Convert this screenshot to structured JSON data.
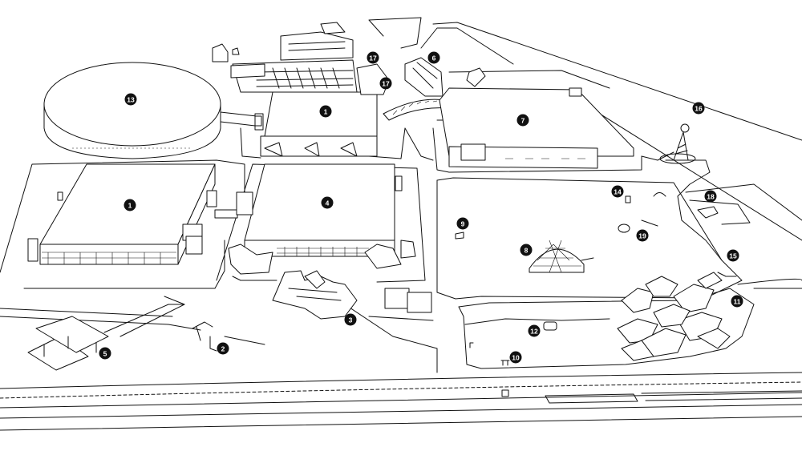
{
  "map": {
    "markers": [
      {
        "id": "m1a",
        "label": "1"
      },
      {
        "id": "m1b",
        "label": "1"
      },
      {
        "id": "m2",
        "label": "2"
      },
      {
        "id": "m3",
        "label": "3"
      },
      {
        "id": "m4",
        "label": "4"
      },
      {
        "id": "m5",
        "label": "5"
      },
      {
        "id": "m6",
        "label": "6"
      },
      {
        "id": "m7",
        "label": "7"
      },
      {
        "id": "m8",
        "label": "8"
      },
      {
        "id": "m9",
        "label": "9"
      },
      {
        "id": "m10",
        "label": "10"
      },
      {
        "id": "m11",
        "label": "11"
      },
      {
        "id": "m12",
        "label": "12"
      },
      {
        "id": "m13",
        "label": "13"
      },
      {
        "id": "m14",
        "label": "14"
      },
      {
        "id": "m15",
        "label": "15"
      },
      {
        "id": "m16",
        "label": "16"
      },
      {
        "id": "m17a",
        "label": "17"
      },
      {
        "id": "m17b",
        "label": "17"
      },
      {
        "id": "m18",
        "label": "18"
      },
      {
        "id": "m19",
        "label": "19"
      }
    ]
  }
}
